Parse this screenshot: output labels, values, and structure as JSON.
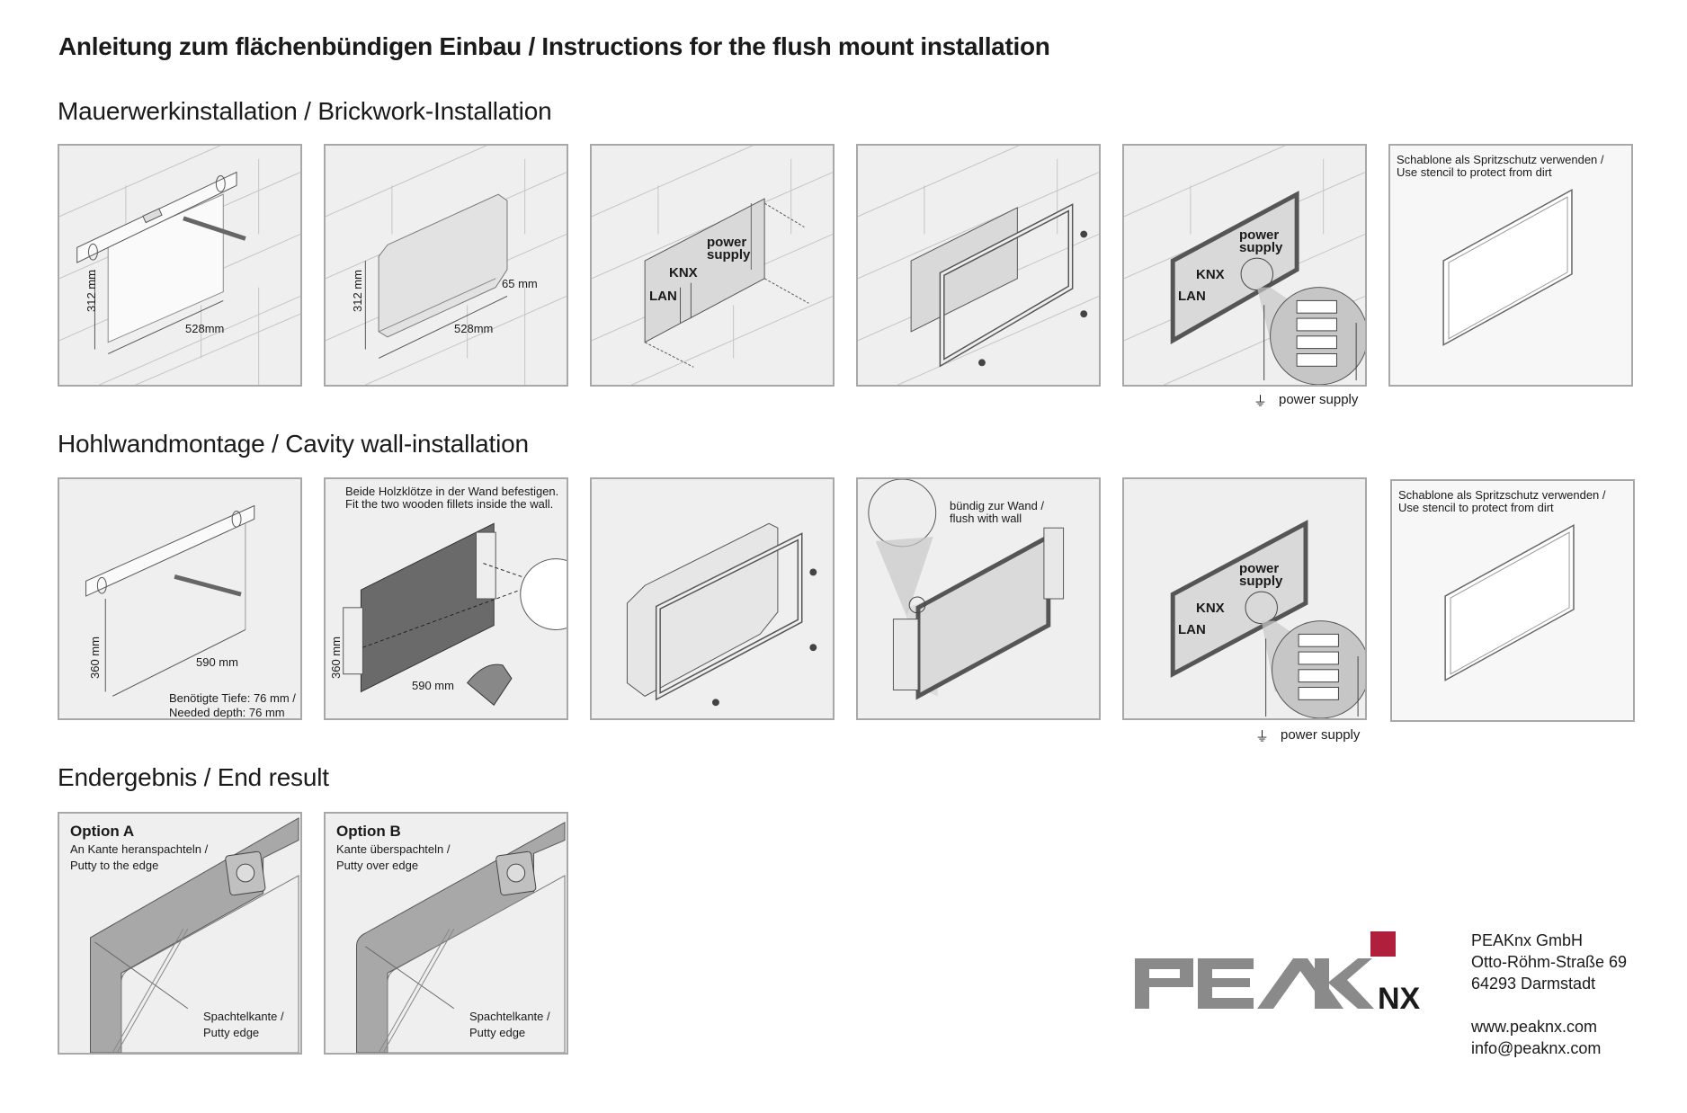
{
  "title": "Anleitung zum flächenbündigen Einbau / Instructions for the flush mount installation",
  "sections": {
    "brickwork": {
      "heading": "Mauerwerkinstallation / Brickwork-Installation",
      "step1": {
        "height": "312 mm",
        "width": "528mm"
      },
      "step2": {
        "height": "312 mm",
        "width": "528mm",
        "depth": "65 mm"
      },
      "step3": {
        "power": "power",
        "supply": "supply",
        "knx": "KNX",
        "lan": "LAN"
      },
      "step5": {
        "power": "power",
        "supply": "supply",
        "knx": "KNX",
        "lan": "LAN",
        "legend": "power supply"
      },
      "step6": {
        "line1": "Schablone als Spritzschutz verwenden /",
        "line2": "Use stencil to protect from dirt"
      }
    },
    "cavity": {
      "heading": "Hohlwandmontage / Cavity wall-installation",
      "step1": {
        "height": "360 mm",
        "width": "590 mm",
        "depth1": "Benötigte Tiefe: 76 mm /",
        "depth2": "Needed depth: 76 mm"
      },
      "step2": {
        "line1": "Beide Holzklötze in der Wand befestigen.",
        "line2": "Fit the two wooden fillets inside the wall.",
        "height": "360 mm",
        "width": "590 mm"
      },
      "step4": {
        "line1": "bündig zur Wand /",
        "line2": "flush with wall"
      },
      "step5": {
        "power": "power",
        "supply": "supply",
        "knx": "KNX",
        "lan": "LAN",
        "legend": "power supply"
      },
      "step6": {
        "line1": "Schablone als Spritzschutz verwenden /",
        "line2": "Use stencil to protect from dirt"
      }
    },
    "result": {
      "heading": "Endergebnis / End result",
      "optionA": {
        "title": "Option A",
        "line1": "An Kante heranspachteln /",
        "line2": "Putty to the edge",
        "edge1": "Spachtelkante /",
        "edge2": "Putty edge"
      },
      "optionB": {
        "title": "Option B",
        "line1": "Kante überspachteln /",
        "line2": "Putty over edge",
        "edge1": "Spachtelkante /",
        "edge2": "Putty edge"
      }
    }
  },
  "logo": {
    "text": "PEAK",
    "suffix": "NX",
    "accent_color": "#b0203c",
    "gray_color": "#8a8a8a"
  },
  "company": {
    "name": "PEAKnx GmbH",
    "street": "Otto-Röhm-Straße 69",
    "city": "64293 Darmstadt",
    "web": "www.peaknx.com",
    "email": "info@peaknx.com"
  }
}
